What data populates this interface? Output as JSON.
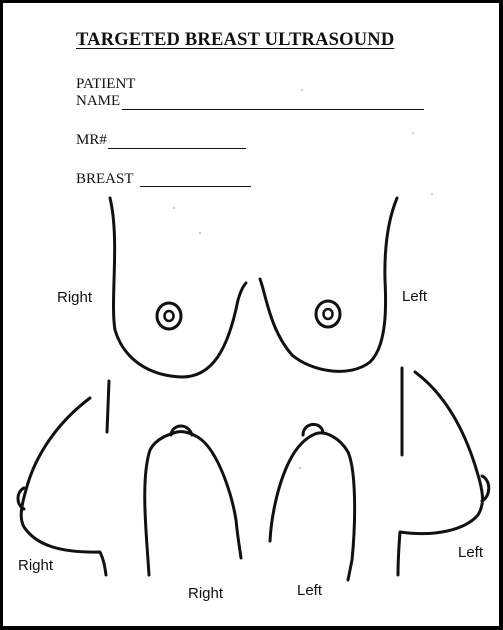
{
  "form": {
    "title": "TARGETED BREAST ULTRASOUND",
    "patient_label_line1": "PATIENT",
    "patient_label_line2": "NAME",
    "mr_label": "MR#",
    "breast_label": "BREAST"
  },
  "diagram_labels": {
    "front_right": "Right",
    "front_left": "Left",
    "side_right": "Right",
    "side_left": "Left",
    "top_right": "Right",
    "top_left": "Left"
  }
}
